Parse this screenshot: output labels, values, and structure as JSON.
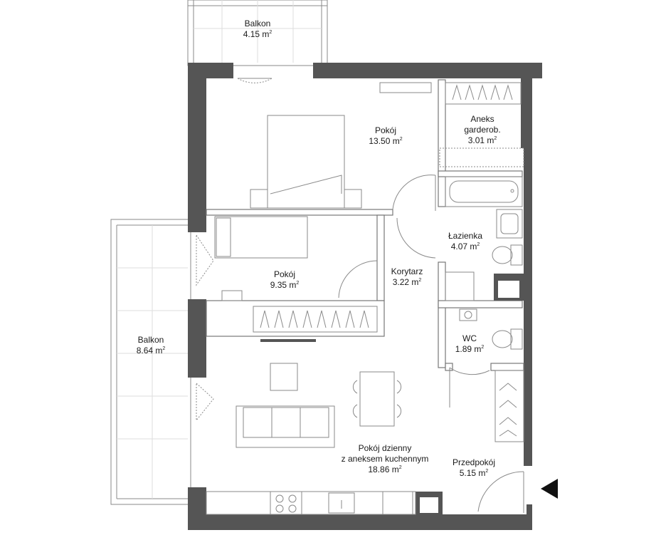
{
  "rooms": [
    {
      "id": "balkon-top",
      "name": "Balkon",
      "area": "4.15 m",
      "unit_sup": "2"
    },
    {
      "id": "pokoj-1",
      "name": "Pokój",
      "area": "13.50 m",
      "unit_sup": "2"
    },
    {
      "id": "aneks-garderob",
      "name_lines": [
        "Aneks",
        "garderob."
      ],
      "area": "3.01 m",
      "unit_sup": "2"
    },
    {
      "id": "lazienka",
      "name": "Łazienka",
      "area": "4.07 m",
      "unit_sup": "2"
    },
    {
      "id": "pokoj-2",
      "name": "Pokój",
      "area": "9.35 m",
      "unit_sup": "2"
    },
    {
      "id": "korytarz",
      "name": "Korytarz",
      "area": "3.22 m",
      "unit_sup": "2"
    },
    {
      "id": "balkon-left",
      "name": "Balkon",
      "area": "8.64 m",
      "unit_sup": "2"
    },
    {
      "id": "wc",
      "name": "WC",
      "area": "1.89 m",
      "unit_sup": "2"
    },
    {
      "id": "pokoj-dzienny",
      "name_lines": [
        "Pokój dzienny",
        "z aneksem kuchennym"
      ],
      "area": "18.86 m",
      "unit_sup": "2"
    },
    {
      "id": "przedpokoj",
      "name": "Przedpokój",
      "area": "5.15 m",
      "unit_sup": "2"
    }
  ],
  "colors": {
    "wall": "#555555",
    "line": "#8a8a8a",
    "fill_light": "#e6e6e6",
    "background": "#ffffff",
    "marker": "#111111"
  },
  "icons": [
    "entrance-arrow-icon",
    "bed-icon",
    "bathtub-icon",
    "toilet-icon",
    "sink-icon",
    "cooktop-icon",
    "sofa-icon",
    "dining-table-icon"
  ]
}
